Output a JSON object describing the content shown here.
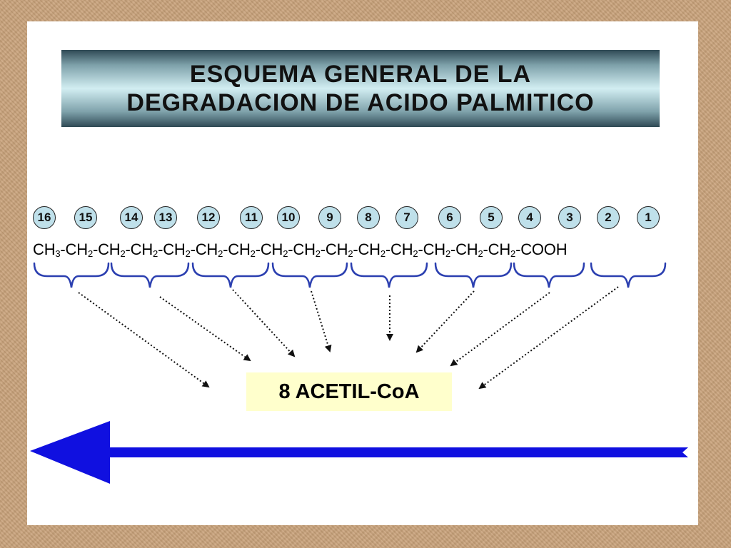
{
  "title": {
    "line1": "ESQUEMA GENERAL  DE LA",
    "line2": "DEGRADACION  DE ACIDO PALMITICO"
  },
  "carbon_numbers": [
    "16",
    "15",
    "14",
    "13",
    "12",
    "11",
    "10",
    "9",
    "8",
    "7",
    "6",
    "5",
    "4",
    "3",
    "2",
    "1"
  ],
  "chain_segments": [
    {
      "text": "CH",
      "sub": "3"
    },
    {
      "text": "-CH",
      "sub": "2"
    },
    {
      "text": "-CH",
      "sub": "2"
    },
    {
      "text": "-CH",
      "sub": "2"
    },
    {
      "text": "-CH",
      "sub": "2"
    },
    {
      "text": "-CH",
      "sub": "2"
    },
    {
      "text": "-CH",
      "sub": "2"
    },
    {
      "text": "-CH",
      "sub": "2"
    },
    {
      "text": "-CH",
      "sub": "2"
    },
    {
      "text": "-CH",
      "sub": "2"
    },
    {
      "text": "-CH",
      "sub": "2"
    },
    {
      "text": "-CH",
      "sub": "2"
    },
    {
      "text": "-CH",
      "sub": "2"
    },
    {
      "text": "-CH",
      "sub": "2"
    },
    {
      "text": "-CH",
      "sub": "2"
    },
    {
      "text": "-COOH",
      "sub": ""
    }
  ],
  "product": "8 ACETIL-CoA",
  "colors": {
    "brace": "#2b3fb0",
    "big_arrow": "#1010e0",
    "product_bg": "#ffffcc",
    "circle_bg": "#bfe0ea"
  },
  "icons": {
    "direction_arrow": "left-arrow-icon"
  }
}
